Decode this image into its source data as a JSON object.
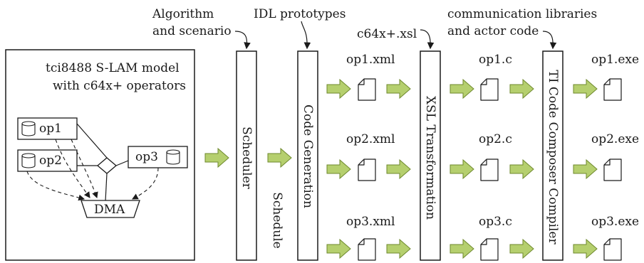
{
  "model_box": {
    "title_line1": "tci8488 S-LAM model",
    "title_line2": "with c64x+ operators",
    "operators": [
      "op1",
      "op2",
      "op3"
    ],
    "dma_label": "DMA"
  },
  "inputs": {
    "algorithm_line1": "Algorithm",
    "algorithm_line2": "and scenario",
    "idl": "IDL prototypes",
    "xsl": "c64x+.xsl",
    "libs_line1": "communication libraries",
    "libs_line2": "and actor code"
  },
  "stages": {
    "scheduler": "Scheduler",
    "schedule": "Schedule",
    "codegen": "Code Generation",
    "xslt": "XSL Transformation",
    "compiler": "TI Code Composer Compiler"
  },
  "files": {
    "xml": [
      "op1.xml",
      "op2.xml",
      "op3.xml"
    ],
    "c": [
      "op1.c",
      "op2.c",
      "op3.c"
    ],
    "exe": [
      "op1.exe",
      "op2.exe",
      "op3.exe"
    ]
  },
  "colors": {
    "arrow_fill": "#b5cf6e",
    "arrow_stroke": "#6f8a2e",
    "line": "#1a1a1a"
  }
}
